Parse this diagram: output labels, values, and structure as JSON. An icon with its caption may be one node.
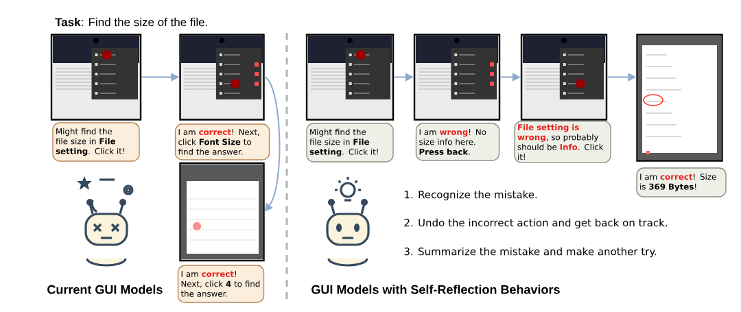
{
  "diagram": {
    "title": "**Task**: Find the size of the file.",
    "nodes": [
      {
        "text": [],
        "shape": "picture"
      },
      {
        "text": [],
        "shape": "picture"
      },
      {
        "text": [],
        "shape": "picture"
      },
      {
        "text": [],
        "shape": "picture"
      },
      {
        "text": [],
        "shape": "picture"
      },
      {
        "text": [],
        "shape": "picture"
      },
      {
        "text": [],
        "shape": "picture"
      },
      {
        "text": [
          "Might find the file size in **File setting**. Click it!"
        ]
      },
      {
        "text": [
          "I am *correct*! Next, click **Font Size** to find the answer."
        ]
      },
      {
        "text": [
          "I am *correct*! Next, click **4** to find the answer."
        ]
      },
      {
        "text": [
          "Might find the file size in **File setting**. Click it!"
        ]
      },
      {
        "text": [
          "I am *wrong*! No size info here. **Press back**."
        ]
      },
      {
        "text": [
          "*File setting is wrong*, so probably should be *Info*. Click it!"
        ]
      },
      {
        "text": [
          "I am *correct*! Size is **369 Bytes**!"
        ]
      }
    ],
    "edges": [
      {
        "from": 0,
        "to": 1,
        "arrow": "to"
      },
      {
        "from": 1,
        "to": 2,
        "arrow": "to"
      },
      {
        "from": 3,
        "to": 4,
        "arrow": "to"
      },
      {
        "from": 4,
        "to": 5,
        "arrow": "to"
      },
      {
        "from": 5,
        "to": 6,
        "arrow": "to"
      }
    ],
    "labels": [
      "Current GUI Models",
      "1.  Recognize the mistake.",
      "2. Undo the incorrect action and get back on track.",
      "3. Summarize the mistake and make another try.",
      "GUI Models with Self-Reflection Behaviors"
    ]
  }
}
